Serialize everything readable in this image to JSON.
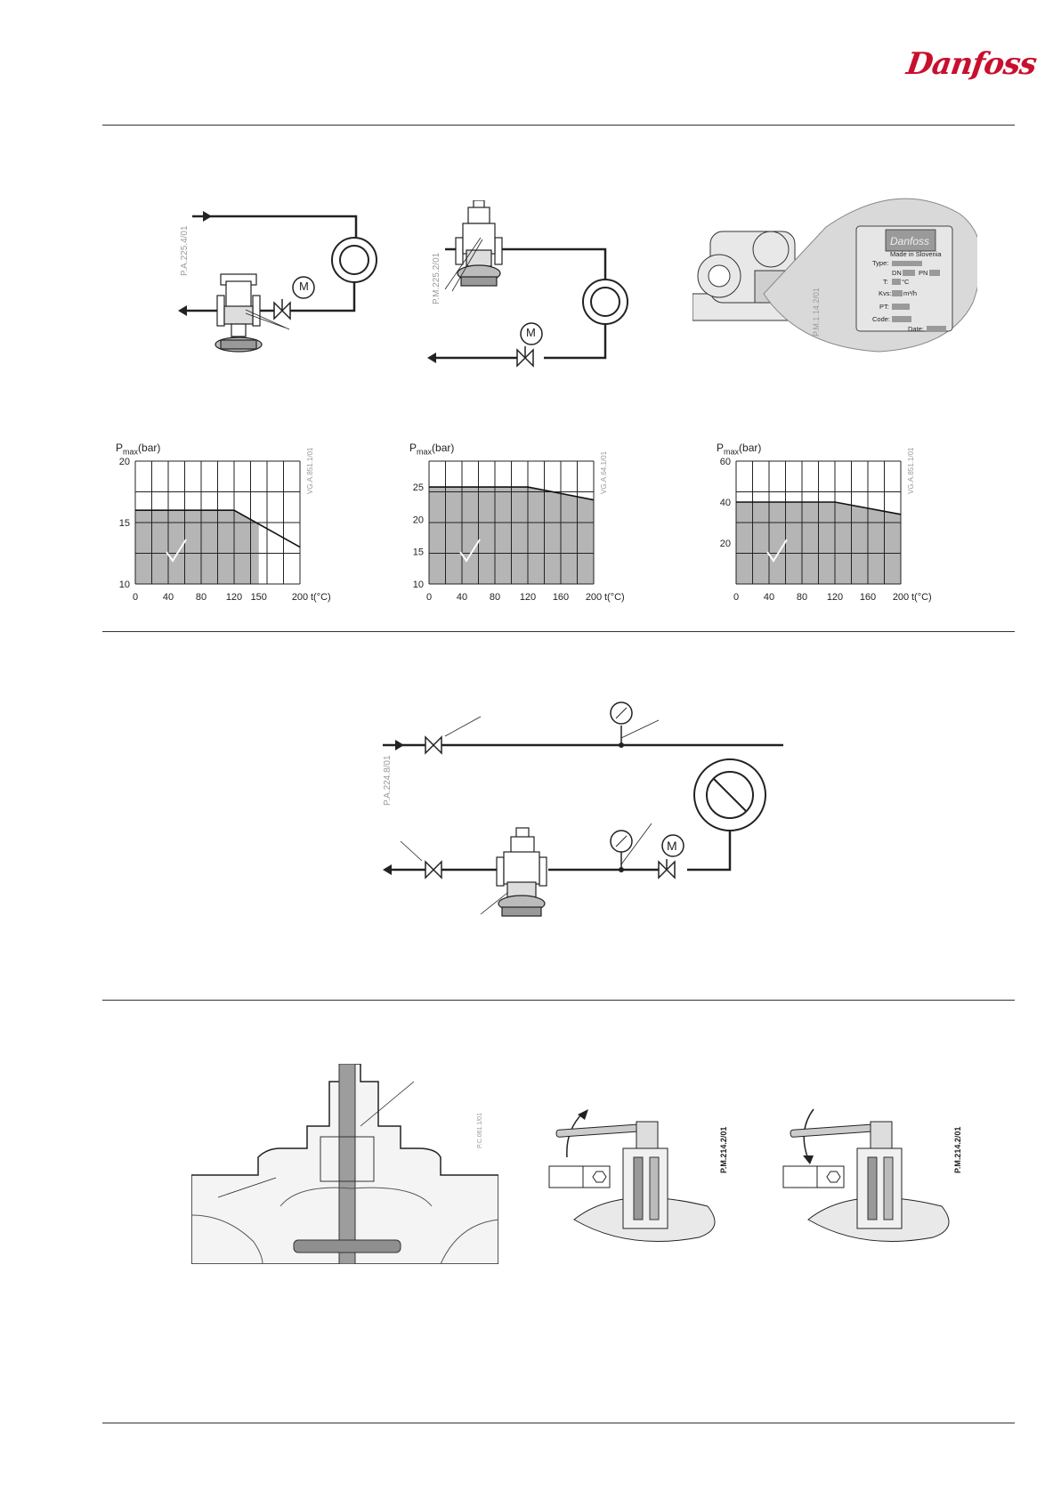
{
  "brand": {
    "logo_text": "Danfoss",
    "color": "#c8102e"
  },
  "fig_codes": {
    "scheme1": "P.A.225.4/01",
    "scheme2": "P.M.225.2/01",
    "plate": "P.M.1.14.2/01",
    "chart1": "VG.A.851.1/01",
    "chart2": "VG.A.64.1/01",
    "chart3": "VG.A.851.1/01",
    "scheme3": "P.A.224.8/01",
    "section": "P.C.061.1/01",
    "handle1": "P.M.214.2/01",
    "handle2": "P.M.214.2/01"
  },
  "nameplate": {
    "logo": "Danfoss",
    "made_in": "Made in Slovenia",
    "type": "Type:",
    "dn": "DN",
    "pn": "PN",
    "t": "T:",
    "t_unit": "°C",
    "kvs": "Kvs:",
    "kvs_unit": "m³/h",
    "pt": "PT:",
    "code": "Code:",
    "date": "Date:"
  },
  "motor_label": "M",
  "chart_data": [
    {
      "type": "area",
      "ylabel_main": "P",
      "ylabel_sub": "max",
      "ylabel_unit": "(bar)",
      "xlabel": "t(°C)",
      "x_ticks": [
        0,
        40,
        80,
        120,
        150,
        200
      ],
      "y_ticks": [
        10,
        15,
        20
      ],
      "xlim": [
        0,
        200
      ],
      "ylim": [
        10,
        20
      ],
      "x": [
        0,
        120,
        200
      ],
      "y": [
        16,
        16,
        13
      ],
      "shade_until_x": 150,
      "grid": true
    },
    {
      "type": "area",
      "ylabel_main": "P",
      "ylabel_sub": "max",
      "ylabel_unit": "(bar)",
      "xlabel": "t(°C)",
      "x_ticks": [
        0,
        40,
        80,
        120,
        160,
        200
      ],
      "y_ticks": [
        10,
        15,
        20,
        25
      ],
      "xlim": [
        0,
        200
      ],
      "ylim": [
        10,
        29
      ],
      "x": [
        0,
        120,
        200
      ],
      "y": [
        25,
        25,
        23
      ],
      "shade_until_x": 200,
      "grid": true
    },
    {
      "type": "area",
      "ylabel_main": "P",
      "ylabel_sub": "max",
      "ylabel_unit": "(bar)",
      "xlabel": "t(°C)",
      "x_ticks": [
        0,
        40,
        80,
        120,
        160,
        200
      ],
      "y_ticks": [
        20,
        40,
        60
      ],
      "xlim": [
        0,
        200
      ],
      "ylim": [
        0,
        60
      ],
      "x": [
        0,
        120,
        200
      ],
      "y": [
        40,
        40,
        34
      ],
      "shade_until_x": 200,
      "grid": true
    }
  ]
}
